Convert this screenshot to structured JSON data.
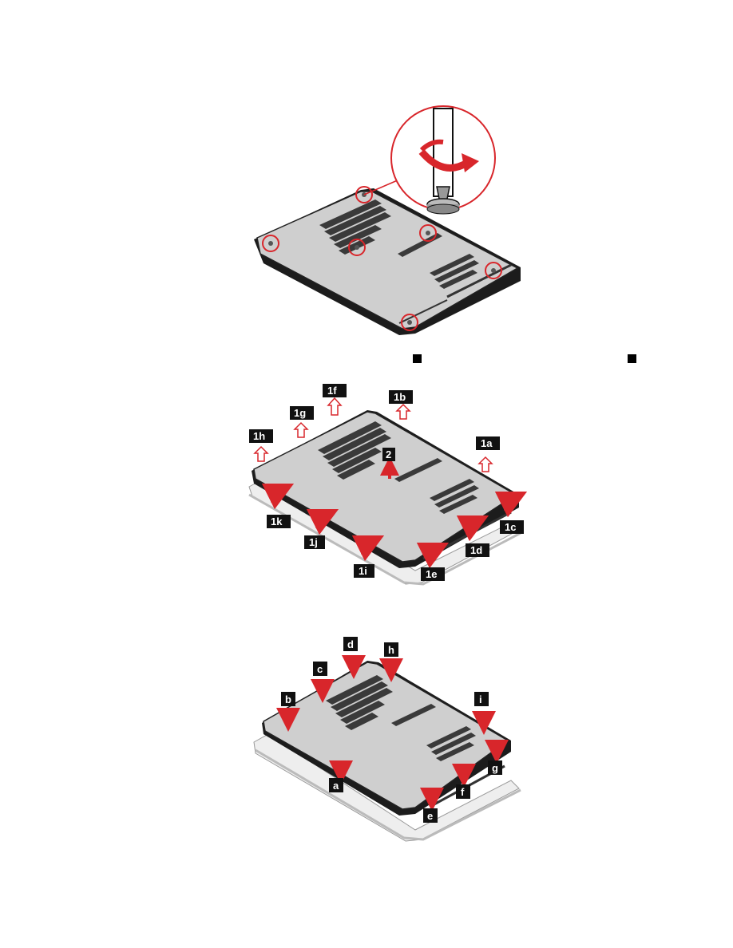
{
  "colors": {
    "accent": "#d8262b",
    "base_fill": "#c9c9c9",
    "base_edge": "#1c1c1c",
    "badge_bg": "#111111",
    "badge_text": "#ffffff"
  },
  "figure1": {
    "icons": [
      "screwdriver-icon",
      "rotate-arrow-icon",
      "screw-highlight-icon"
    ]
  },
  "inline_markers": {
    "marker_a": "",
    "marker_b": ""
  },
  "figure2": {
    "labels": {
      "l1a": "1a",
      "l1b": "1b",
      "l1c": "1c",
      "l1d": "1d",
      "l1e": "1e",
      "l1f": "1f",
      "l1g": "1g",
      "l1h": "1h",
      "l1i": "1i",
      "l1j": "1j",
      "l1k": "1k",
      "l2": "2"
    }
  },
  "figure3": {
    "labels": {
      "a": "a",
      "b": "b",
      "c": "c",
      "d": "d",
      "e": "e",
      "f": "f",
      "g": "g",
      "h": "h",
      "i": "i"
    }
  }
}
